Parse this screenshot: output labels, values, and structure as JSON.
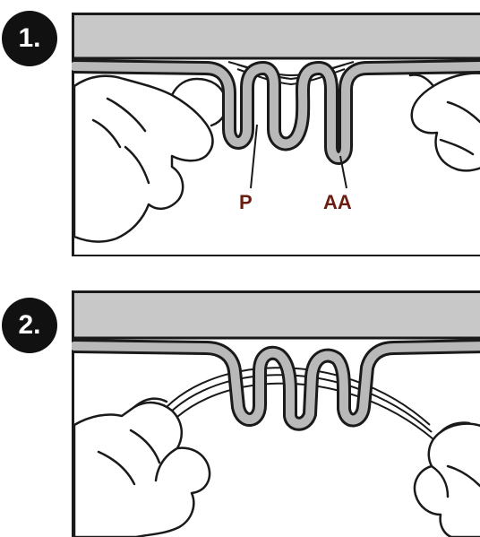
{
  "steps": [
    {
      "number": "1."
    },
    {
      "number": "2."
    }
  ],
  "labels": {
    "p": "P",
    "aa": "AA"
  },
  "colors": {
    "badge": "#111111",
    "outline": "#1a1a1a",
    "bar_fill": "#c8c8c8",
    "wire_fill": "#b9b9b9",
    "label_text": "#6b1d12",
    "skin": "#ffffff"
  }
}
